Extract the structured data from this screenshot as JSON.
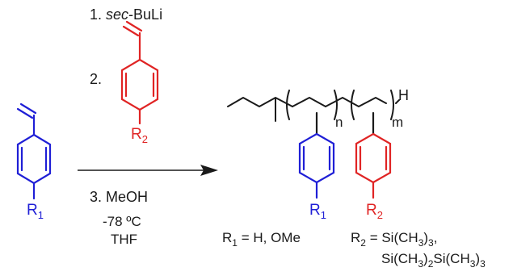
{
  "colors": {
    "black": "#1a1a1a",
    "blue": "#1f1fd6",
    "red": "#e02424"
  },
  "reagents": {
    "step1_num": "1.",
    "step1_reagent_italic": "sec",
    "step1_reagent_rest": "-BuLi",
    "step2_num": "2.",
    "step3": "3. MeOH",
    "temperature": "-78 ºC",
    "solvent": "THF"
  },
  "labels": {
    "r1_monomer": "R",
    "r1_monomer_sub": "1",
    "r2_monomer": "R",
    "r2_monomer_sub": "2",
    "r1_polymer": "R",
    "r1_polymer_sub": "1",
    "r2_polymer": "R",
    "r2_polymer_sub": "2",
    "n_subscript": "n",
    "m_subscript": "m",
    "chain_end": "H"
  },
  "definitions": {
    "r1_def_R": "R",
    "r1_def_sub": "1",
    "r1_def_rest": " = H, OMe",
    "r2_def_R": "R",
    "r2_def_sub": "2",
    "r2_def_rest1": " = Si(CH",
    "r2_def_sub3a": "3",
    "r2_def_rest2": ")",
    "r2_def_sub3b": "3",
    "r2_def_rest3": ",",
    "line2_a": "Si(CH",
    "line2_sub_a": "3",
    "line2_b": ")",
    "line2_sub_b": "2",
    "line2_c": "Si(CH",
    "line2_sub_c": "3",
    "line2_d": ")",
    "line2_sub_d": "3"
  }
}
